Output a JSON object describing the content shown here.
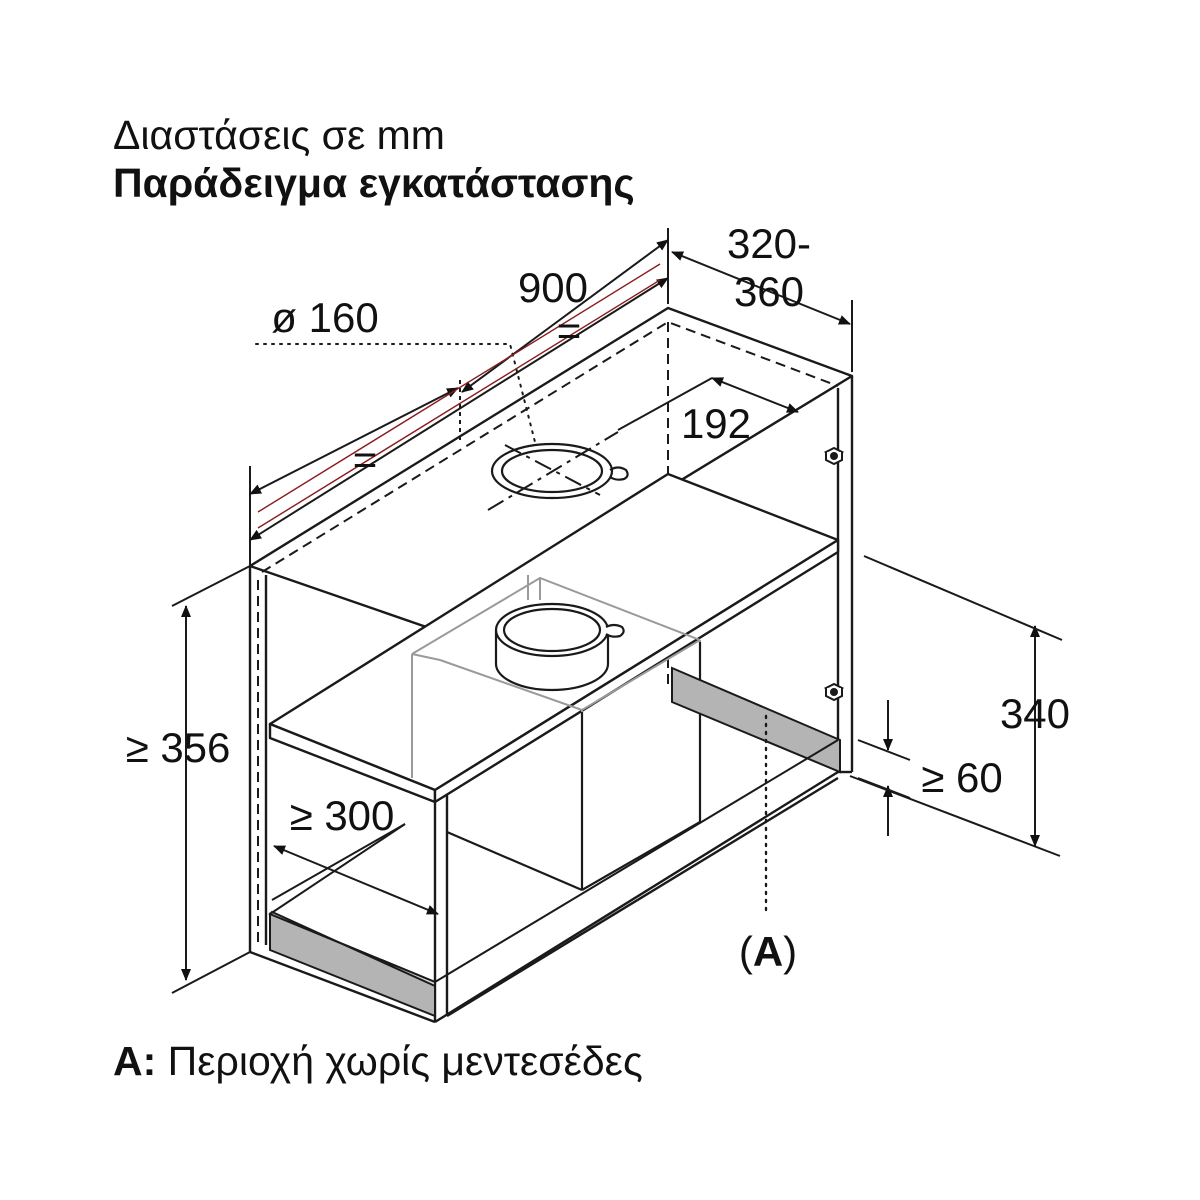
{
  "header": {
    "units_caption": "Διαστάσεις σε mm",
    "title": "Παράδειγμα εγκατάστασης"
  },
  "dimensions": {
    "width": "900",
    "depth_line1": "320-",
    "depth_line2": "360",
    "duct_diameter": "ø 160",
    "duct_offset": "192",
    "equal_marker_1": "=",
    "equal_marker_2": "=",
    "cabinet_height": "≥ 356",
    "shelf_depth": "≥ 300",
    "hood_height": "340",
    "bottom_clearance": "≥ 60"
  },
  "callout": {
    "marker_open": "(",
    "marker_letter": "A",
    "marker_close": ")"
  },
  "legend": {
    "key": "A:",
    "text": " Περιοχή χωρίς μεντεσέδες"
  },
  "colors": {
    "line": "#1a1a1a",
    "dim_red": "#8a1c1c",
    "hidden_gray": "#9a9a9a",
    "fill_gray": "#b4b4b4"
  }
}
